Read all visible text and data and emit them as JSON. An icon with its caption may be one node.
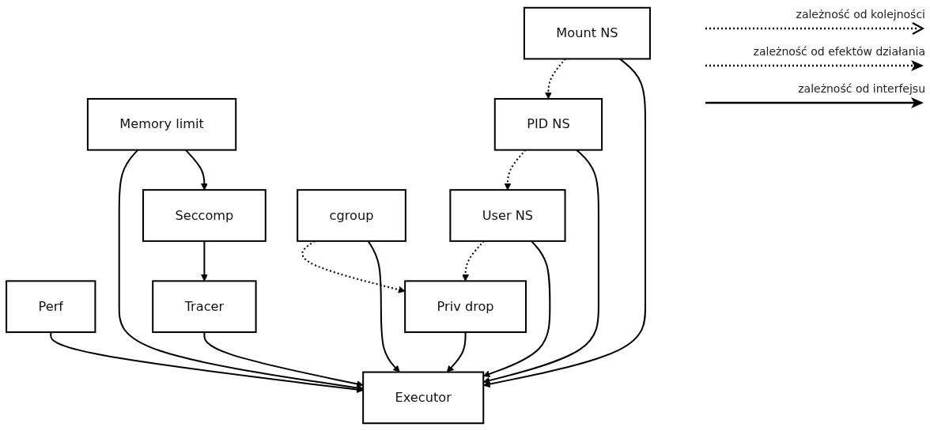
{
  "diagram": {
    "nodes": [
      {
        "text": [
          "Memory limit"
        ]
      },
      {
        "text": [
          "Perf"
        ]
      },
      {
        "text": [
          "Mount NS"
        ]
      },
      {
        "text": [
          "PID NS"
        ]
      },
      {
        "text": [
          "Seccomp"
        ]
      },
      {
        "text": [
          "User NS"
        ]
      },
      {
        "text": [
          "cgroup"
        ]
      },
      {
        "text": [
          "Tracer"
        ]
      },
      {
        "text": [
          "Executor"
        ]
      },
      {
        "text": [
          "Priv drop"
        ]
      }
    ],
    "edges": [
      {
        "from": 0,
        "to": 4,
        "arrow": "to"
      },
      {
        "from": 0,
        "to": 8,
        "arrow": "to"
      },
      {
        "from": 1,
        "to": 8,
        "arrow": "to"
      },
      {
        "from": 2,
        "to": 8,
        "arrow": "to"
      },
      {
        "from": 2,
        "to": 3,
        "arrow": "to",
        "style": "dashed"
      },
      {
        "from": 3,
        "to": 8,
        "arrow": "to"
      },
      {
        "from": 3,
        "to": 5,
        "arrow": "to",
        "style": "dashed"
      },
      {
        "from": 4,
        "to": 7,
        "arrow": "to"
      },
      {
        "from": 5,
        "to": 8,
        "arrow": "to"
      },
      {
        "from": 6,
        "to": 8,
        "arrow": "to"
      },
      {
        "from": 5,
        "to": 9,
        "arrow": "to",
        "style": "dashed"
      },
      {
        "from": 6,
        "to": 9,
        "arrow": "to",
        "style": "dashed"
      },
      {
        "from": 7,
        "to": 8,
        "arrow": "to"
      },
      {
        "from": 9,
        "to": 8,
        "arrow": "to"
      }
    ],
    "legend": [
      {
        "text": "zależność od kolejności"
      },
      {
        "text": "zależność od efektów działania"
      },
      {
        "text": "zależność od interfejsu"
      }
    ]
  }
}
